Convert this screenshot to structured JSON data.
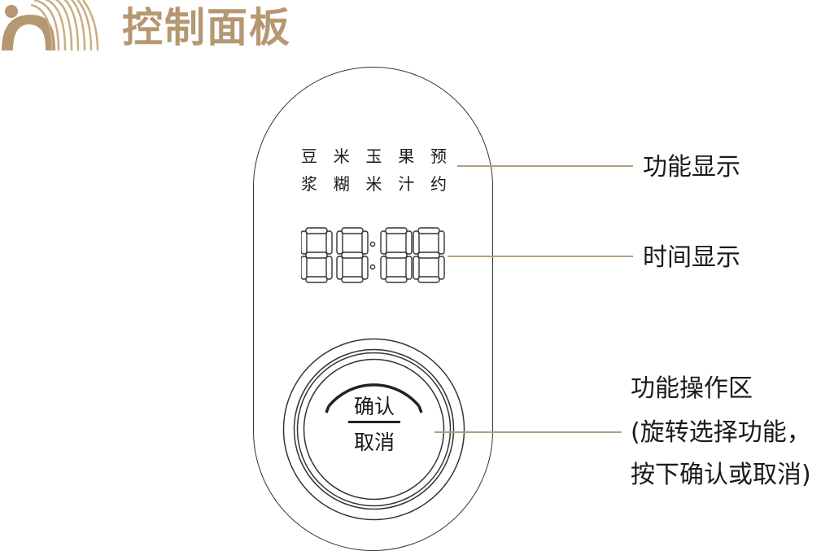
{
  "header": {
    "title": "控制面板",
    "logo_icon": "sound-wave-logo",
    "accent_color": "#b59872"
  },
  "panel": {
    "function_row1": [
      "豆",
      "米",
      "玉",
      "果",
      "预"
    ],
    "function_row2": [
      "浆",
      "糊",
      "米",
      "汁",
      "约"
    ],
    "time_display": "88:88",
    "knob_confirm": "确认",
    "knob_cancel": "取消"
  },
  "callouts": {
    "function_display": "功能显示",
    "time_display": "时间显示",
    "operation_title": "功能操作区",
    "operation_line2": "(旋转选择功能，",
    "operation_line3": "按下确认或取消)"
  },
  "colors": {
    "leader_line": "#b59e7c",
    "outline": "#333333"
  }
}
